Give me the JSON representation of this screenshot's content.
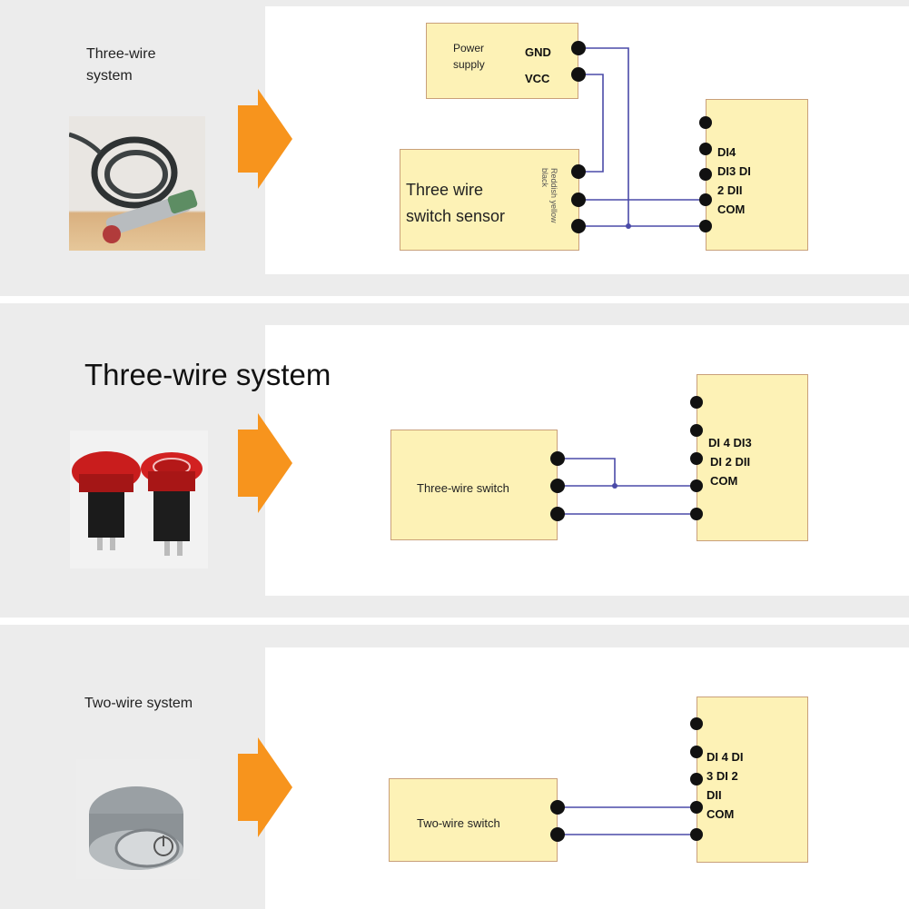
{
  "panel1": {
    "label": "Three-wire\nsystem",
    "power_box": {
      "title": "Power\nsupply",
      "gnd": "GND",
      "vcc": "VCC"
    },
    "sensor_box": {
      "title": "Three wire\nswitch sensor",
      "wire_colors": "Reddish yellow\nblack"
    },
    "di_box": {
      "lines": [
        "DI4",
        "DI3 DI",
        "2 DII",
        "COM"
      ]
    }
  },
  "panel2": {
    "label": "Three-wire system",
    "switch_box": {
      "title": "Three-wire switch"
    },
    "di_box": {
      "lines": [
        "DI 4 DI3",
        "DI 2 DII",
        "COM"
      ]
    }
  },
  "panel3": {
    "label": "Two-wire system",
    "switch_box": {
      "title": "Two-wire switch"
    },
    "di_box": {
      "lines": [
        "DI 4 DI",
        "3 DI 2",
        "DII",
        "COM"
      ]
    }
  },
  "colors": {
    "arrow": "#f7941d",
    "wire": "#4a4aa8",
    "box_fill": "#fdf2b6",
    "box_border": "#c9a07a",
    "terminal": "#111111"
  }
}
